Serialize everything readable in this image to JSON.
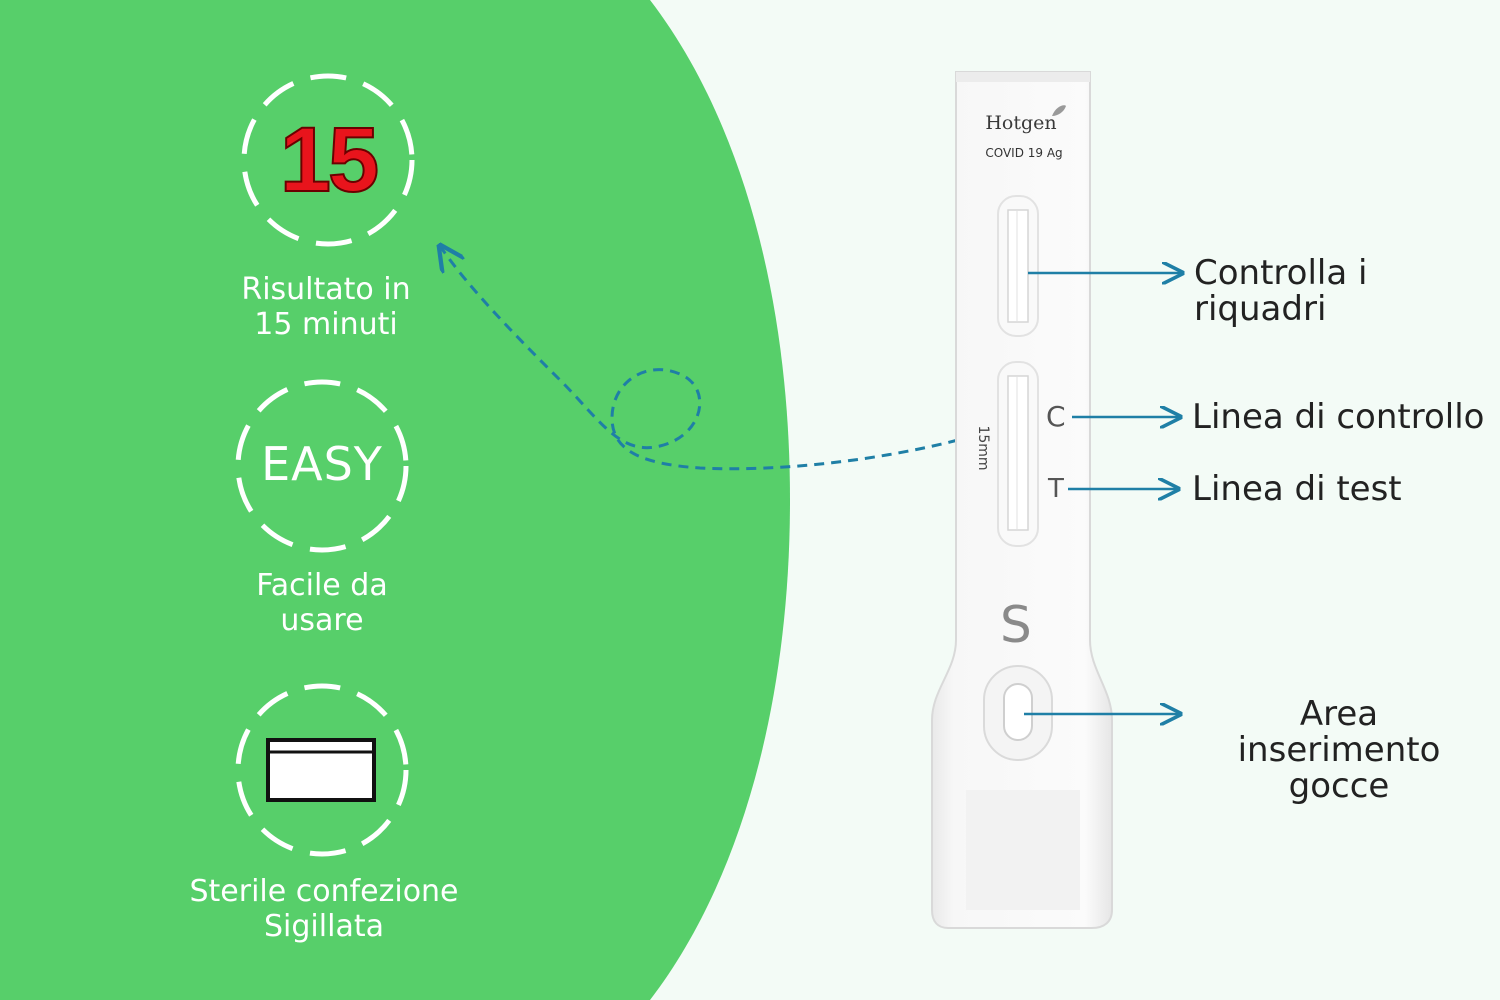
{
  "colors": {
    "green": "#57cf6a",
    "background": "#f3fbf6",
    "accent_red": "#e8141c",
    "arrow_blue": "#1f7fa6"
  },
  "features": [
    {
      "badge": "15",
      "icon": "timer-15-badge",
      "line1": "Risultato in",
      "line2": "15 minuti"
    },
    {
      "badge": "EASY",
      "icon": "easy-badge",
      "line1": "Facile da",
      "line2": "usare"
    },
    {
      "badge": "",
      "icon": "sealed-package-icon",
      "line1": "Sterile confezione",
      "line2": "Sigillata"
    }
  ],
  "strip": {
    "brand": "Hotgen",
    "model": "COVID 19 Ag",
    "control_letter": "C",
    "test_letter": "T",
    "sample_letter": "S",
    "window_length": "15mm"
  },
  "callouts": {
    "windows": "Controlla i riquadri",
    "control_line": "Linea di controllo",
    "test_line": "Linea di test",
    "sample_area_line1": "Area inserimento",
    "sample_area_line2": "gocce"
  }
}
